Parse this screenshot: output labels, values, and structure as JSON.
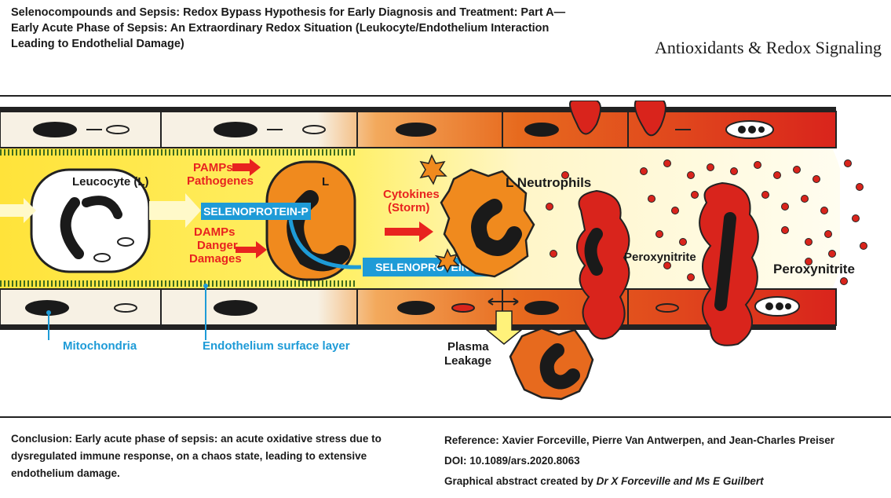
{
  "header": {
    "title": "Selenocompounds and Sepsis: Redox Bypass Hypothesis for Early Diagnosis and Treatment: Part A—Early Acute Phase of Sepsis: An Extraordinary Redox Situation (Leukocyte/Endothelium Interaction Leading to Endothelial Damage)",
    "journal": "Antioxidants & Redox Signaling"
  },
  "figure": {
    "leucocyte": "Leucocyte (L)",
    "l_marker": "L",
    "pamps_1": "PAMPs",
    "pamps_2": "Pathogenes",
    "damps_1": "DAMPs",
    "damps_2": "Danger",
    "damps_3": "Damages",
    "selenoprotein_1": "SELENOPROTEIN-P",
    "selenoprotein_2": "SELENOPROTEIN-P",
    "cytokines_1": "Cytokines",
    "cytokines_2": "(Storm)",
    "neutrophils": "L Neutrophils",
    "peroxynitrite_1": "Peroxynitrite",
    "peroxynitrite_2": "Peroxynitrite",
    "mitochondria": "Mitochondria",
    "endothelium": "Endothelium surface layer",
    "plasma_1": "Plasma",
    "plasma_2": "Leakage",
    "colors": {
      "blue_label": "#1e9bd7",
      "red_label": "#e8231f",
      "orange_cell": "#f08a1e",
      "yellow_lumen": "#ffe94a",
      "damage_red": "#d9241c"
    }
  },
  "footer": {
    "conclusion": "Conclusion: Early acute phase of sepsis: an acute oxidative stress due to dysregulated immune response, on a chaos state, leading to extensive endothelium damage.",
    "reference": "Reference: Xavier Forceville, Pierre Van Antwerpen, and Jean-Charles Preiser",
    "doi": "DOI: 10.1089/ars.2020.8063",
    "credit_prefix": "Graphical abstract created by ",
    "credit_names": "Dr X Forceville and Ms E Guilbert"
  }
}
